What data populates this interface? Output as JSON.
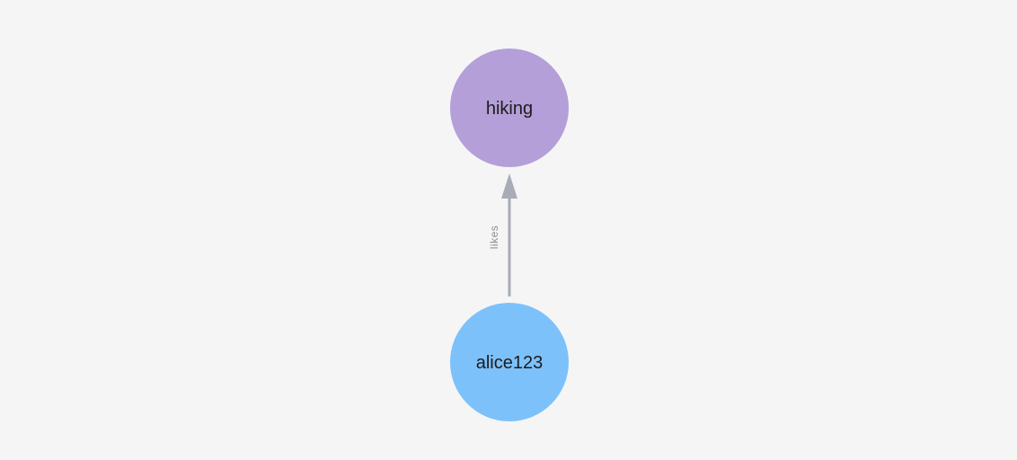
{
  "page": {
    "background": "#f5f5f6"
  },
  "graph": {
    "nodes": [
      {
        "id": "hiking",
        "label": "hiking",
        "fill": "#b49fd8",
        "label_color": "#1c1c1e"
      },
      {
        "id": "alice123",
        "label": "alice123",
        "fill": "#7dc1fa",
        "label_color": "#1c1c1e"
      }
    ],
    "edge": {
      "from": "alice123",
      "to": "hiking",
      "label": "likes",
      "line_color": "#a9abb6",
      "label_color": "#8d8d8d"
    }
  }
}
